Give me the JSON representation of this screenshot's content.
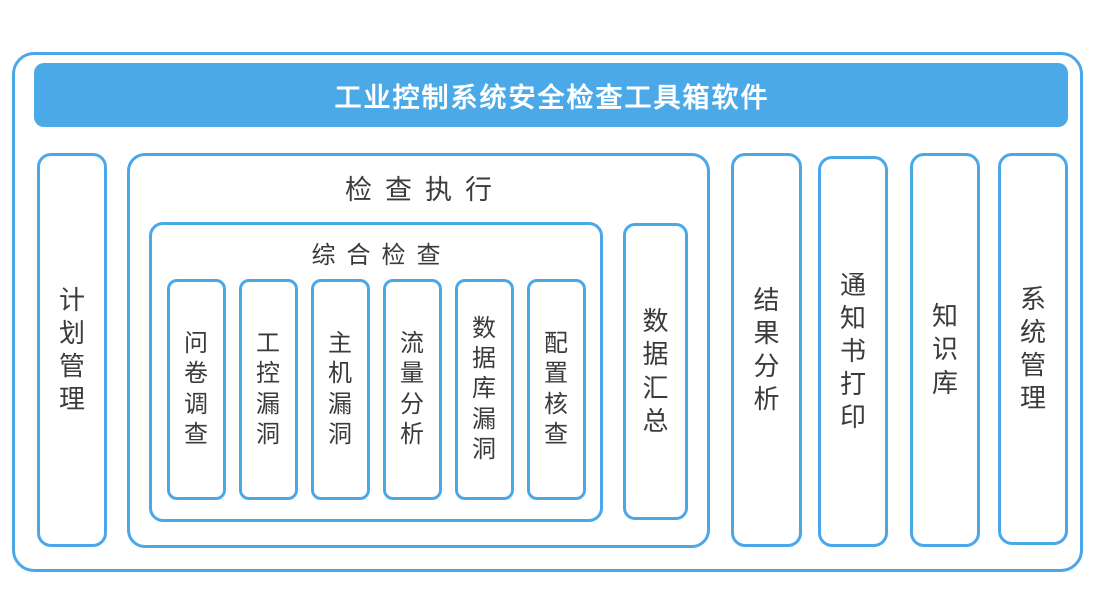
{
  "title": "工业控制系统安全检查工具箱软件",
  "colors": {
    "accent": "#4AA7E8",
    "header_bg": "#4BA9E8",
    "header_text": "#FFFFFF",
    "label_text": "#3B3B3B",
    "background": "#FFFFFF"
  },
  "modules": {
    "plan": "计划管理",
    "execution": {
      "label": "检查执行",
      "comprehensive": {
        "label": "综合检查",
        "items": [
          "问卷调查",
          "工控漏洞",
          "主机漏洞",
          "流量分析",
          "数据库漏洞",
          "配置核查"
        ]
      },
      "data_summary": "数据汇总"
    },
    "result_analysis": "结果分析",
    "notice_printing": "通知书打印",
    "knowledge_base": "知识库",
    "system_management": "系统管理"
  }
}
